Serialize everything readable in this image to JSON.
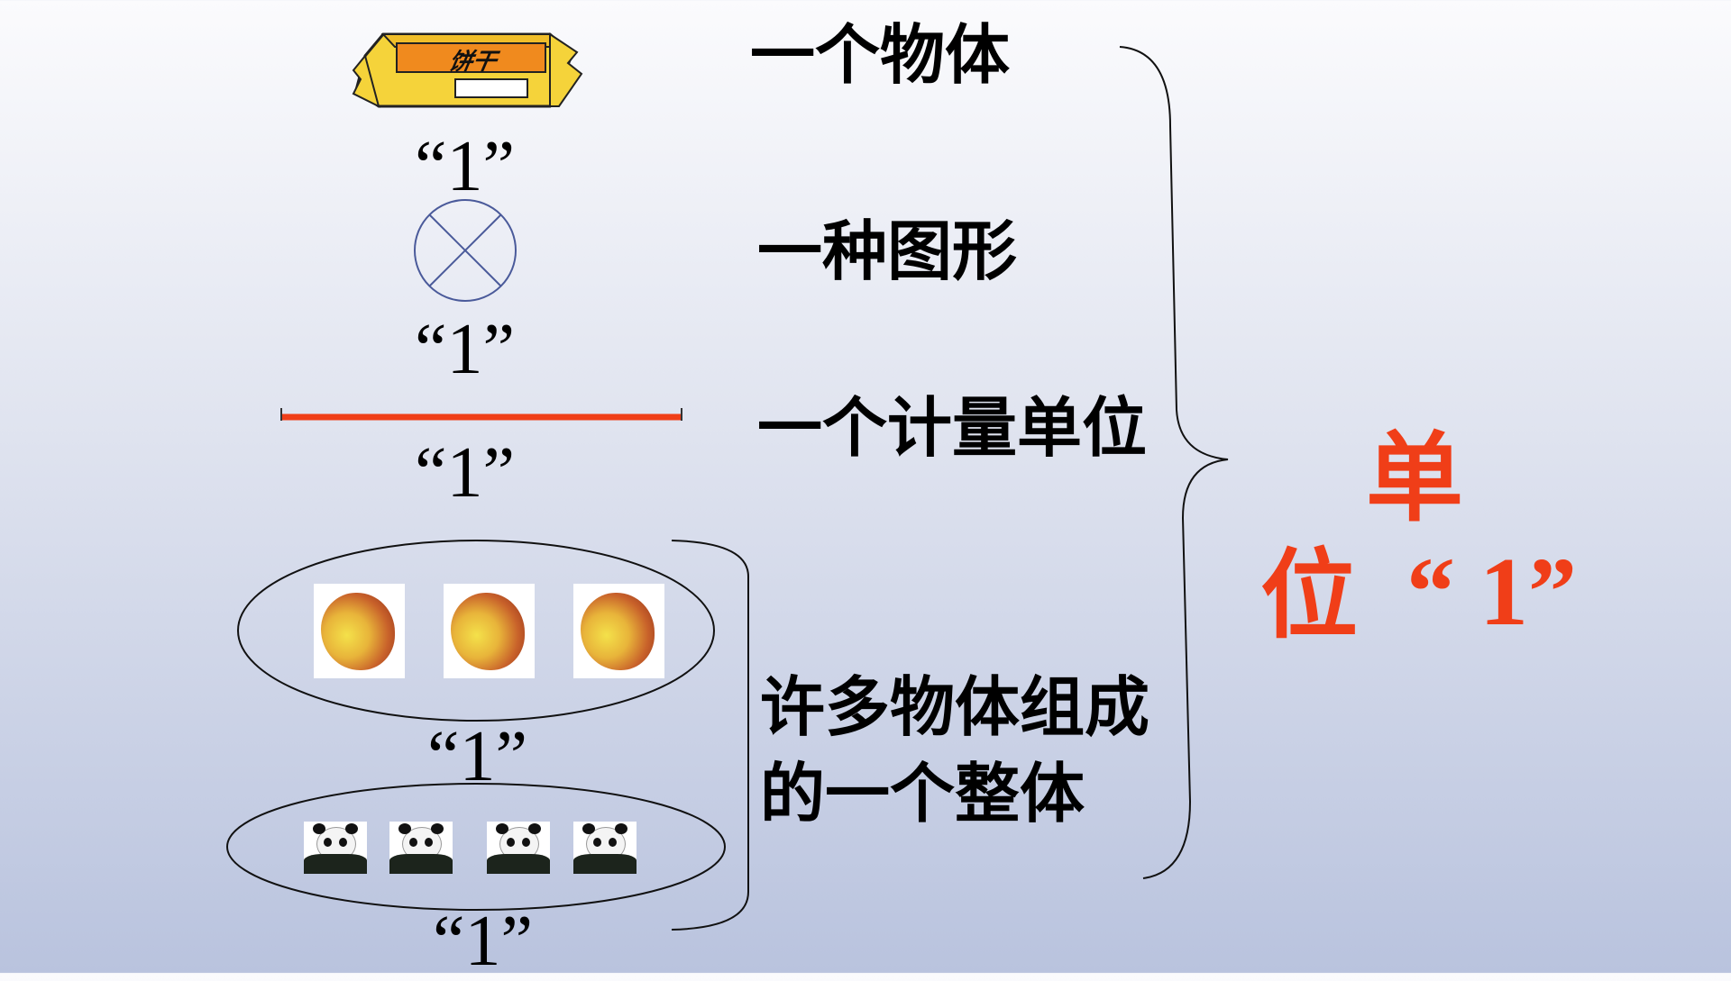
{
  "left": {
    "biscuit": {
      "package_text": "饼干",
      "caption": "“1”"
    },
    "circle": {
      "caption": "“1”"
    },
    "segment": {
      "caption": "“1”"
    },
    "apples": {
      "count": 3,
      "caption": "“1”"
    },
    "pandas": {
      "count": 4,
      "caption": "“1”"
    }
  },
  "labels": {
    "object": "一个物体",
    "shape": "一种图形",
    "unit": "一个计量单位",
    "group_line1": "许多物体组成",
    "group_line2": "的一个整体"
  },
  "result": {
    "char1": "单",
    "char2": "位",
    "number": "“ 1”"
  },
  "colors": {
    "accent_red": "#f03e18",
    "circle_stroke": "#4a5a9a"
  }
}
